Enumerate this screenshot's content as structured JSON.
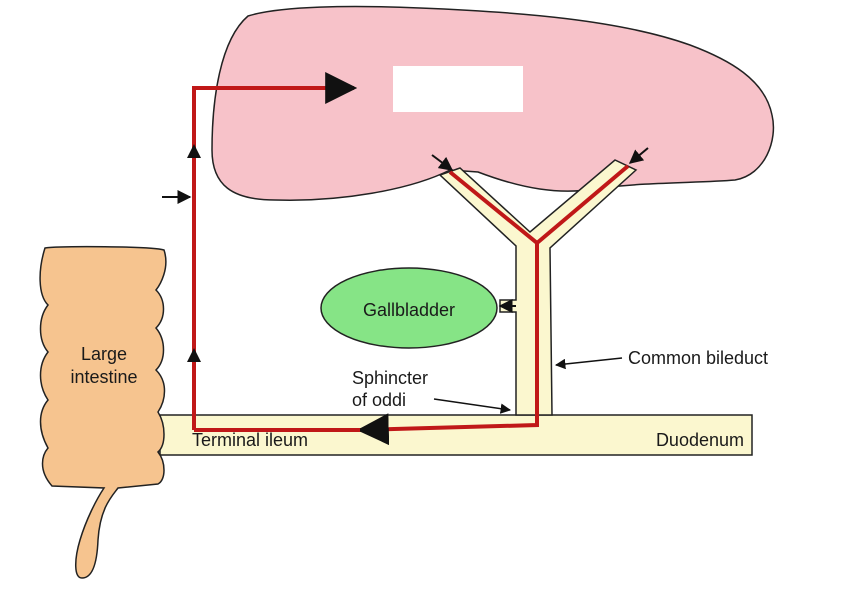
{
  "labels": {
    "gallbladder": "Gallbladder",
    "large_intestine_line1": "Large",
    "large_intestine_line2": "intestine",
    "common_bile_duct": "Common bileduct",
    "sphincter_line1": "Sphincter",
    "sphincter_line2": "of oddi",
    "terminal_ileum": "Terminal ileum",
    "duodenum": "Duodenum"
  },
  "colors": {
    "liver": "#f7c2c9",
    "gallbladder": "#86e486",
    "duct": "#fbf7cf",
    "intestine": "#f6c48f",
    "circulation": "#c01818",
    "outline": "#222222"
  }
}
